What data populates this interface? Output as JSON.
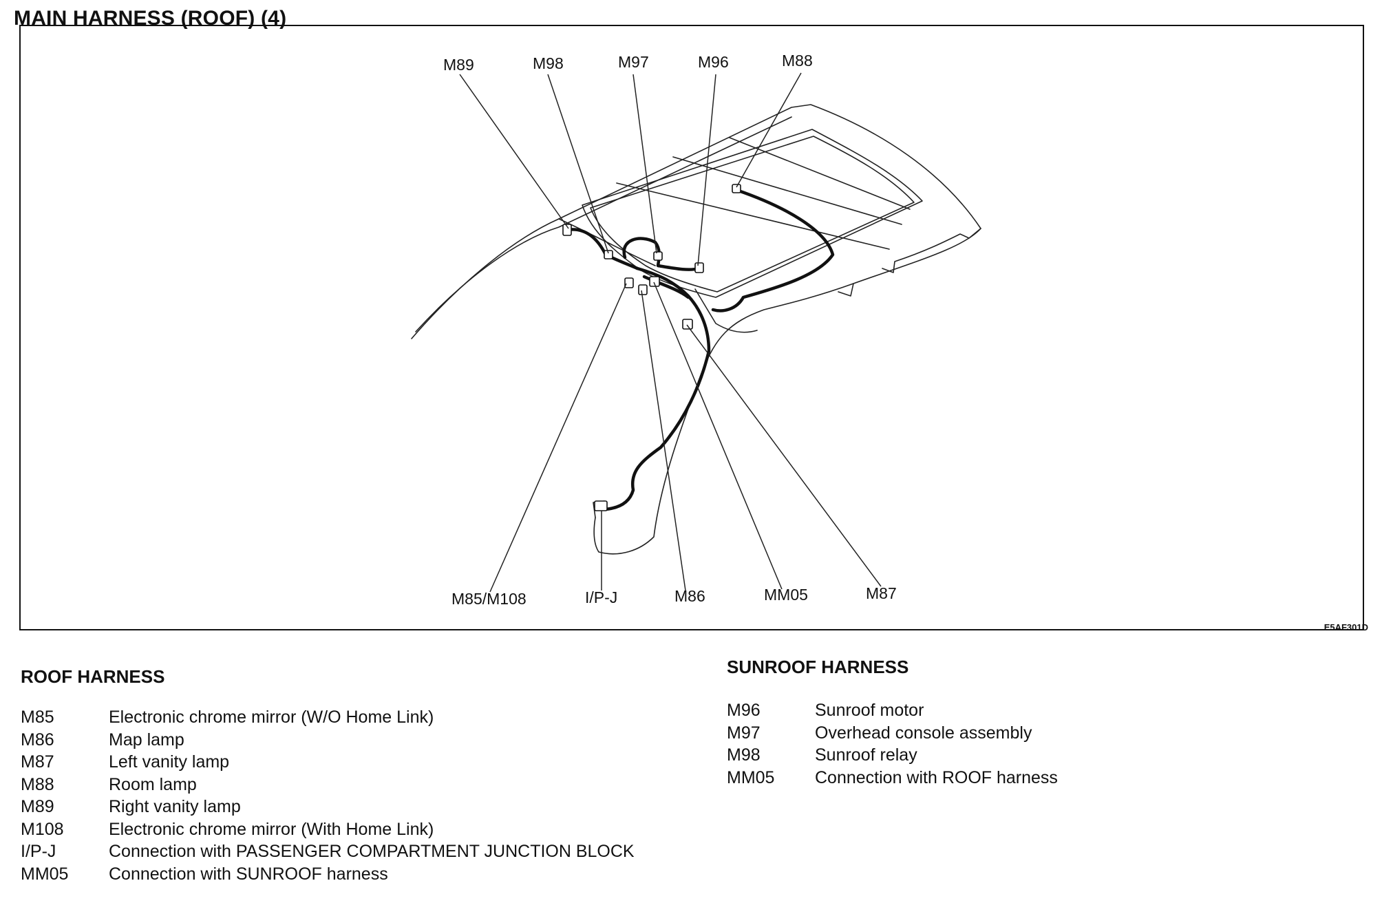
{
  "title": "MAIN HARNESS (ROOF) (4)",
  "figure_code": "E5AF301D",
  "diagram": {
    "top_labels": [
      "M89",
      "M98",
      "M97",
      "M96",
      "M88"
    ],
    "bottom_labels": [
      "M85/M108",
      "I/P-J",
      "M86",
      "MM05",
      "M87"
    ]
  },
  "roof_harness": {
    "title": "ROOF HARNESS",
    "items": [
      {
        "code": "M85",
        "desc": "Electronic chrome mirror (W/O Home Link)"
      },
      {
        "code": "M86",
        "desc": "Map lamp"
      },
      {
        "code": "M87",
        "desc": "Left vanity lamp"
      },
      {
        "code": "M88",
        "desc": "Room lamp"
      },
      {
        "code": "M89",
        "desc": "Right vanity lamp"
      },
      {
        "code": "M108",
        "desc": "Electronic chrome mirror (With Home Link)"
      },
      {
        "code": "I/P-J",
        "desc": "Connection with PASSENGER COMPARTMENT JUNCTION BLOCK"
      },
      {
        "code": "MM05",
        "desc": "Connection with SUNROOF harness"
      }
    ]
  },
  "sunroof_harness": {
    "title": "SUNROOF HARNESS",
    "items": [
      {
        "code": "M96",
        "desc": "Sunroof motor"
      },
      {
        "code": "M97",
        "desc": "Overhead console assembly"
      },
      {
        "code": "M98",
        "desc": "Sunroof relay"
      },
      {
        "code": "MM05",
        "desc": "Connection with ROOF harness"
      }
    ]
  }
}
